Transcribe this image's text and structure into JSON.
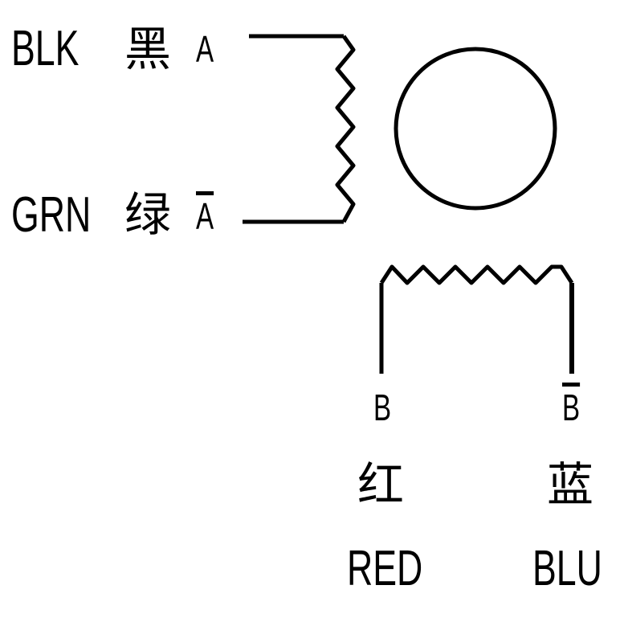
{
  "coil_a": {
    "wire_1": {
      "color_code": "BLK",
      "color_cn": "黑",
      "terminal": "A"
    },
    "wire_2": {
      "color_code": "GRN",
      "color_cn": "绿",
      "terminal": "A"
    }
  },
  "coil_b": {
    "wire_1": {
      "color_code": "RED",
      "color_cn": "红",
      "terminal": "B"
    },
    "wire_2": {
      "color_code": "BLU",
      "color_cn": "蓝",
      "terminal": "B"
    }
  },
  "colors": {
    "line": "#000000",
    "background": "#ffffff"
  }
}
